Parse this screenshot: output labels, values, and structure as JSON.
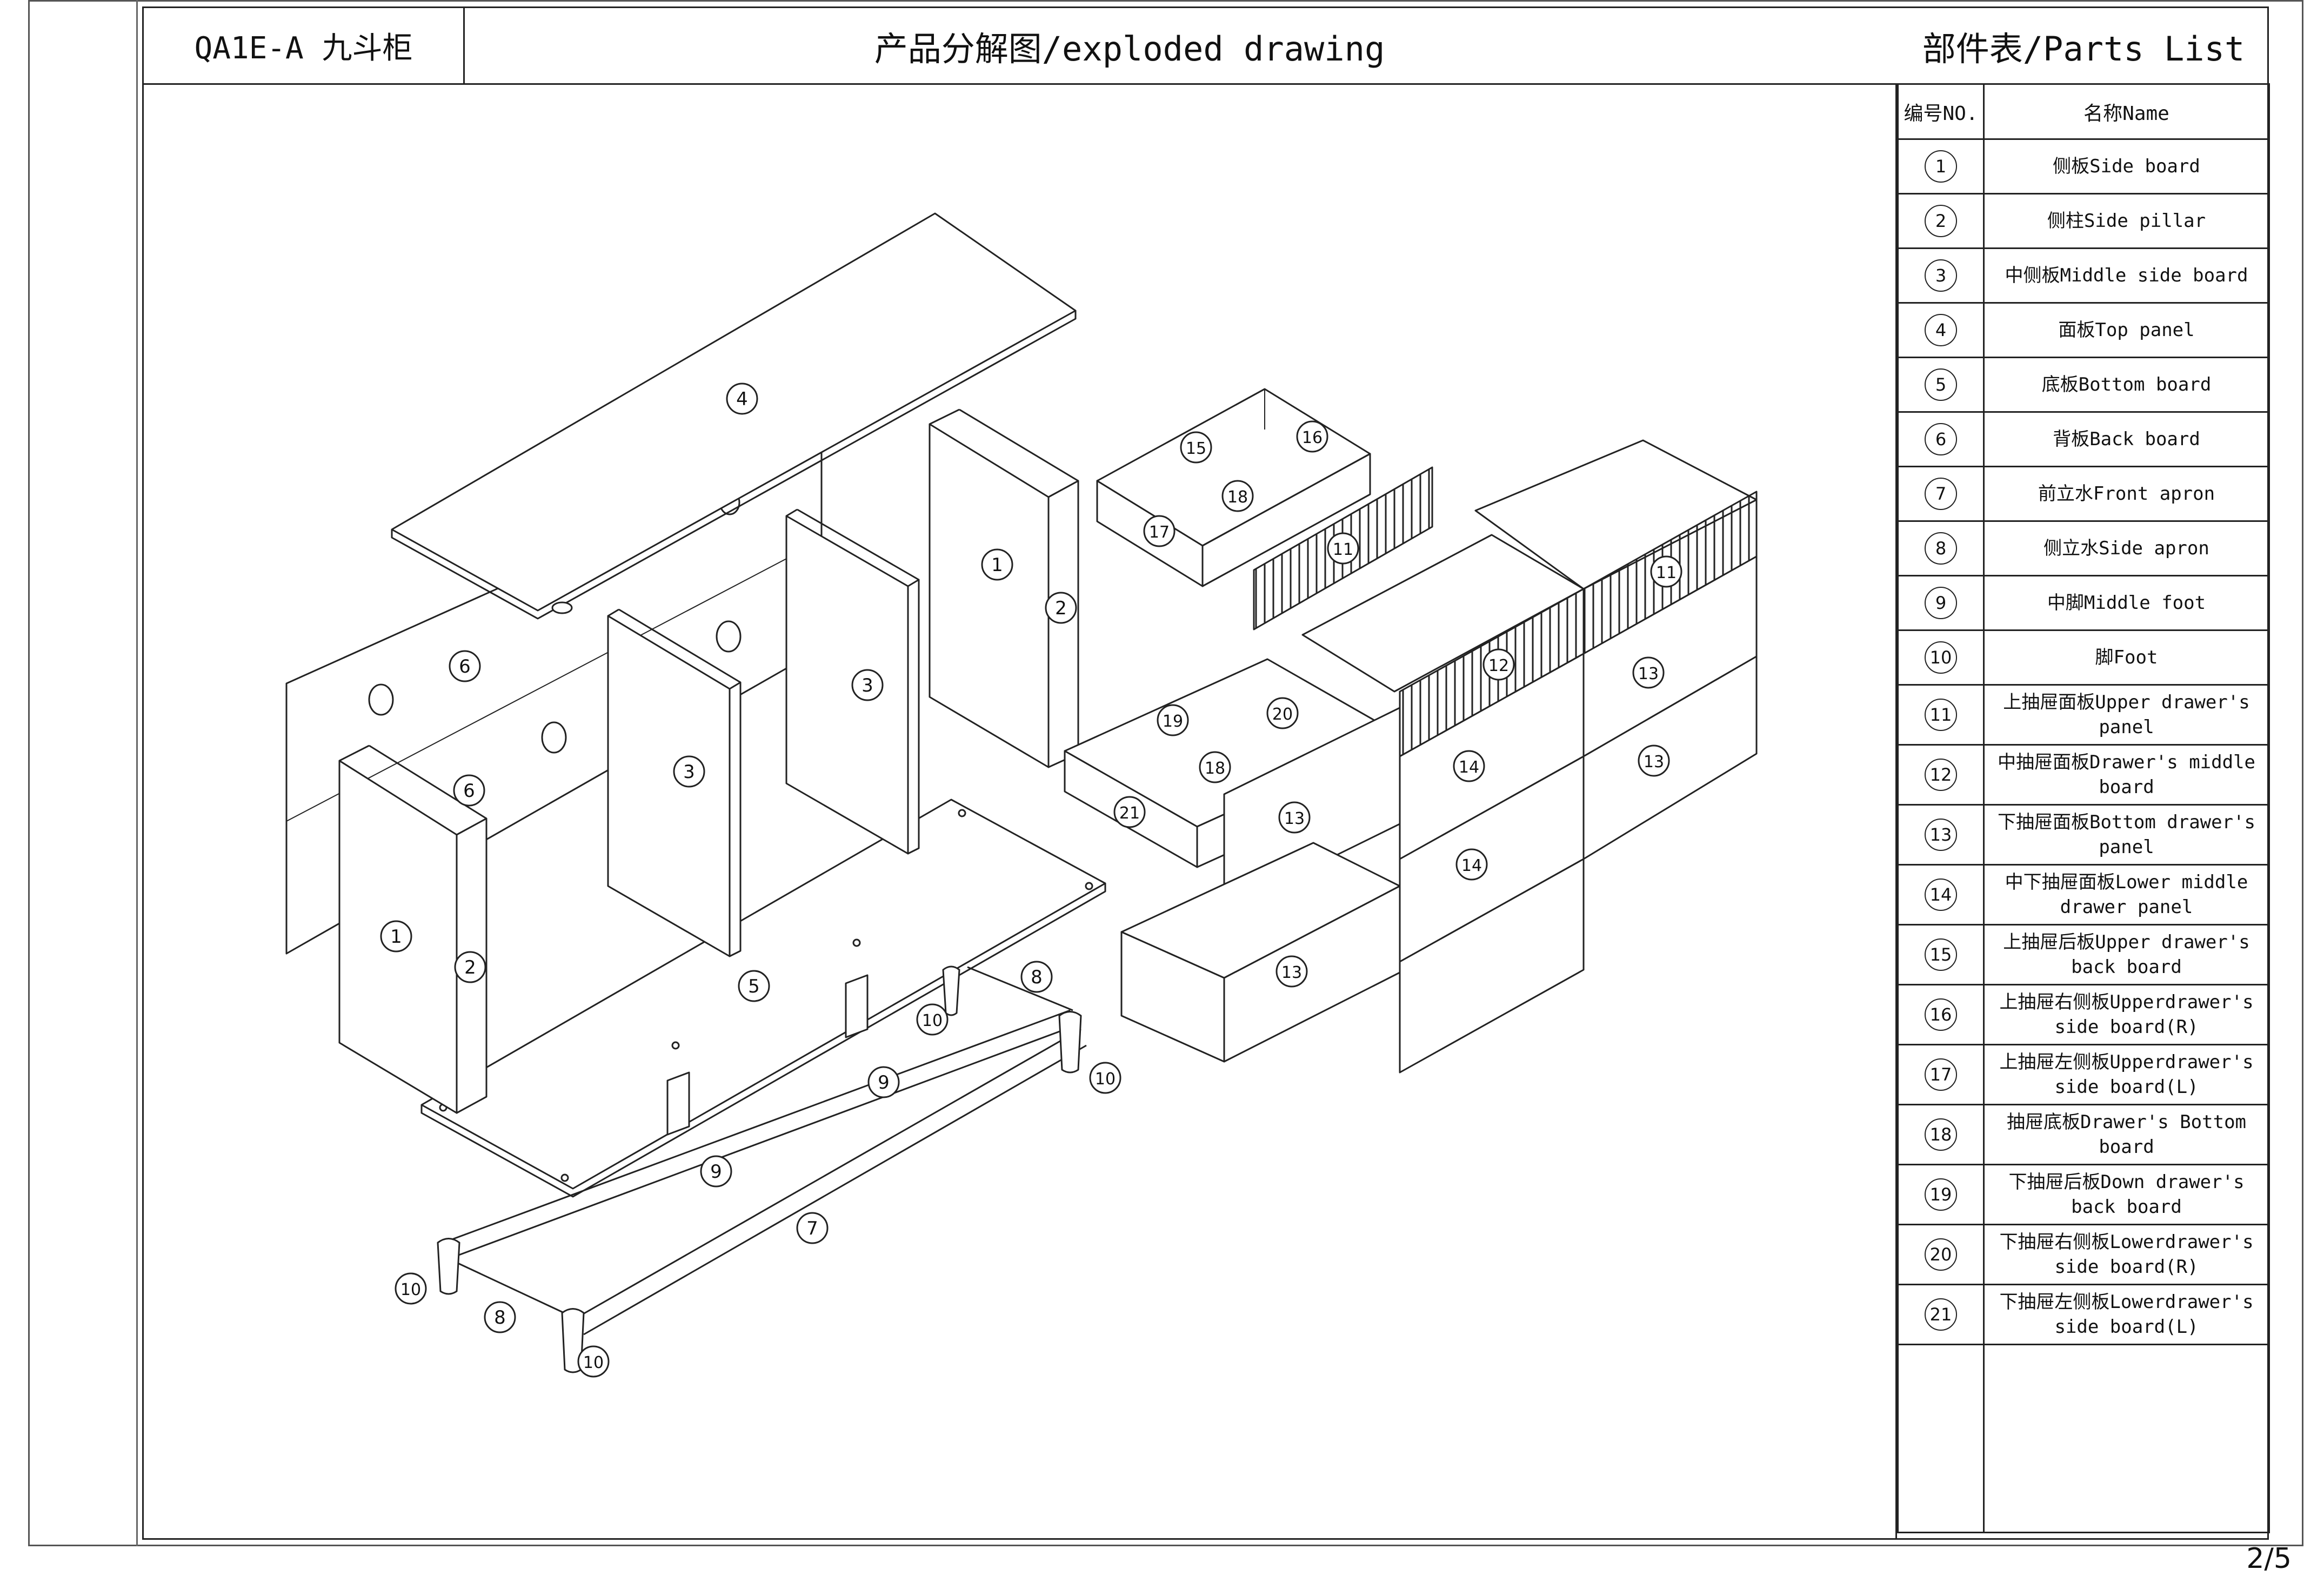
{
  "header": {
    "model": "QA1E-A 九斗柜",
    "title": "产品分解图/exploded drawing",
    "parts_list_title": "部件表/Parts List"
  },
  "parts_table": {
    "col_no": "编号NO.",
    "col_name": "名称Name",
    "rows": [
      {
        "no": "1",
        "name": "侧板Side board"
      },
      {
        "no": "2",
        "name": "侧柱Side pillar"
      },
      {
        "no": "3",
        "name": "中侧板Middle side board"
      },
      {
        "no": "4",
        "name": "面板Top panel"
      },
      {
        "no": "5",
        "name": "底板Bottom board"
      },
      {
        "no": "6",
        "name": "背板Back board"
      },
      {
        "no": "7",
        "name": "前立水Front apron"
      },
      {
        "no": "8",
        "name": "侧立水Side apron"
      },
      {
        "no": "9",
        "name": "中脚Middle foot"
      },
      {
        "no": "10",
        "name": "脚Foot"
      },
      {
        "no": "11",
        "name": "上抽屉面板Upper drawer's panel"
      },
      {
        "no": "12",
        "name": "中抽屉面板Drawer's middle board"
      },
      {
        "no": "13",
        "name": "下抽屉面板Bottom drawer's panel"
      },
      {
        "no": "14",
        "name": "中下抽屉面板Lower middle drawer panel"
      },
      {
        "no": "15",
        "name": "上抽屉后板Upper drawer's back board"
      },
      {
        "no": "16",
        "name": "上抽屉右侧板Upperdrawer's side board(R)"
      },
      {
        "no": "17",
        "name": "上抽屉左侧板Upperdrawer's side board(L)"
      },
      {
        "no": "18",
        "name": "抽屉底板Drawer's Bottom board"
      },
      {
        "no": "19",
        "name": "下抽屉后板Down drawer's back board"
      },
      {
        "no": "20",
        "name": "下抽屉右侧板Lowerdrawer's side board(R)"
      },
      {
        "no": "21",
        "name": "下抽屉左侧板Lowerdrawer's side board(L)"
      }
    ]
  },
  "callouts": {
    "top_panel": "4",
    "back_upper": "6",
    "back_lower": "6",
    "side_left": "1",
    "pillar_left": "2",
    "mid_side_a": "3",
    "mid_side_b": "3",
    "side_right": "1",
    "pillar_right": "2",
    "bottom": "5",
    "apron_side_r": "8",
    "foot_a": "10",
    "foot_b": "10",
    "mid_foot_a": "9",
    "mid_foot_b": "9",
    "front_apron": "7",
    "foot_c": "10",
    "apron_side_l": "8",
    "foot_d": "10",
    "upper_back": "15",
    "upper_right": "16",
    "upper_bottom": "18",
    "upper_left": "17",
    "upper_panel_a": "11",
    "upper_panel_b": "11",
    "middle_panel": "12",
    "lower_back": "19",
    "lower_right": "20",
    "lower_bottom": "18",
    "lower_left": "21",
    "bottom_panel_a": "13",
    "bottom_panel_b": "13",
    "bottom_panel_c": "13",
    "bottom_panel_d": "13",
    "lower_mid_a": "14",
    "lower_mid_b": "14"
  },
  "page": "2/5",
  "colors": {
    "line": "#222222",
    "frame": "#555555",
    "background": "#ffffff"
  }
}
